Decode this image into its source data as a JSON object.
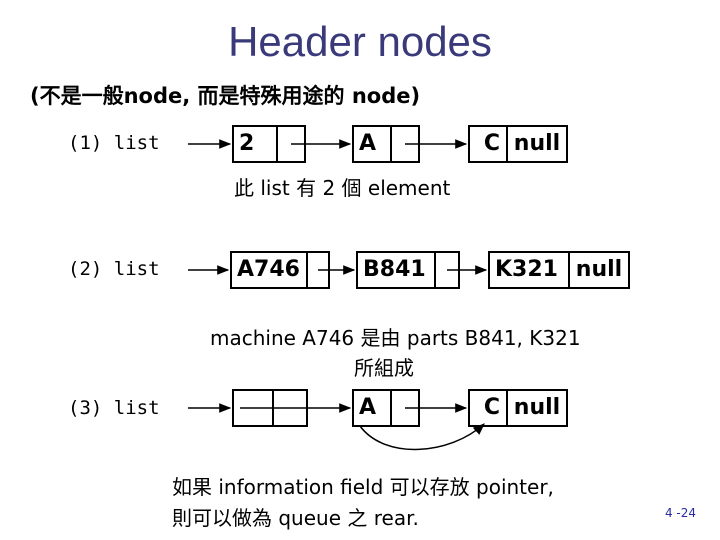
{
  "title": "Header nodes",
  "subtitle": "(不是一般node, 而是特殊用途的 node)",
  "examples": [
    {
      "label": "(1)  list",
      "nodes": [
        "2",
        "A",
        "C"
      ],
      "null_label": "null",
      "caption": "此  list  有  2  個  element"
    },
    {
      "label": "(2)  list",
      "nodes": [
        "A746",
        "B841",
        "K321"
      ],
      "null_label": "null",
      "caption_line1": "machine A746  是由  parts B841, K321",
      "caption_line2": "所組成"
    },
    {
      "label": "(3)  list",
      "nodes": [
        "",
        "A",
        "C"
      ],
      "null_label": "null",
      "caption_line1": "如果  information field  可以存放  pointer,",
      "caption_line2": "則可以做為  queue  之  rear."
    }
  ],
  "page_number": "4 -24"
}
